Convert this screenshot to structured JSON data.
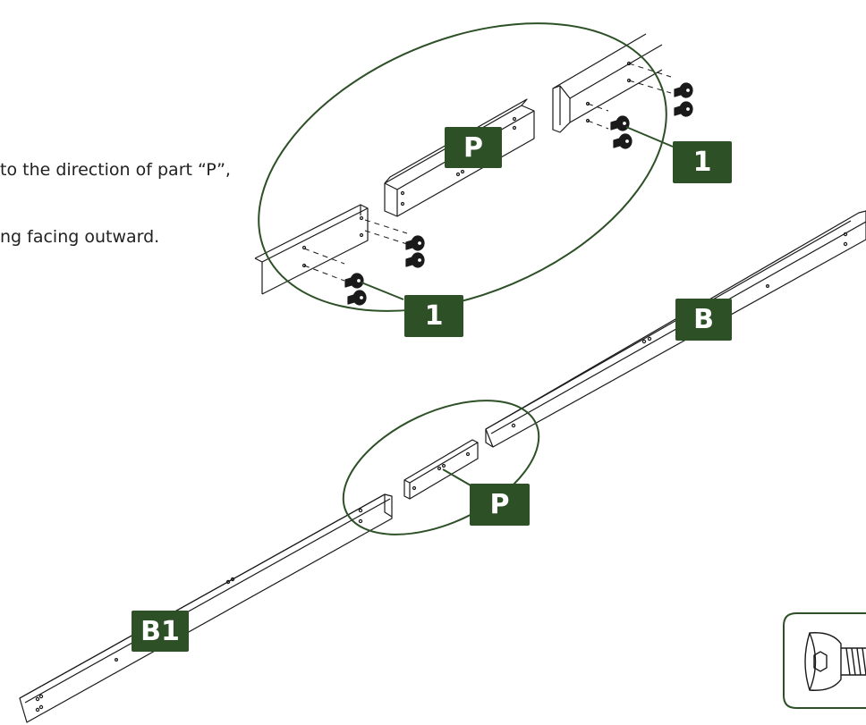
{
  "instructions": {
    "line1": "to the direction of part “P”,",
    "line2": "ng facing outward."
  },
  "labels": {
    "part_p_detail": "P",
    "bolt_right": "1",
    "bolt_left": "1",
    "part_b": "B",
    "part_p_main": "P",
    "part_b1": "B1"
  },
  "colors": {
    "accent": "#2d5027",
    "line": "#1a1a1a"
  }
}
